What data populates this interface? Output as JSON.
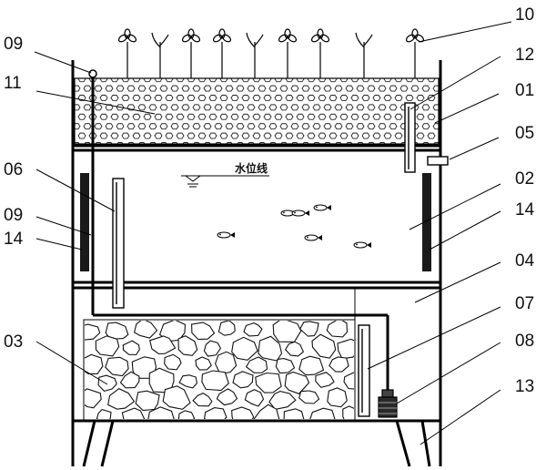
{
  "labels": {
    "l01": "01",
    "l02": "02",
    "l03": "03",
    "l04": "04",
    "l05": "05",
    "l06": "06",
    "l07": "07",
    "l08": "08",
    "l09_top": "09",
    "l09_left": "09",
    "l10": "10",
    "l11": "11",
    "l12": "12",
    "l13": "13",
    "l14_left": "14",
    "l14_right": "14"
  },
  "water_level_text": "水位线",
  "plant_count": 9,
  "fish_count": 6
}
